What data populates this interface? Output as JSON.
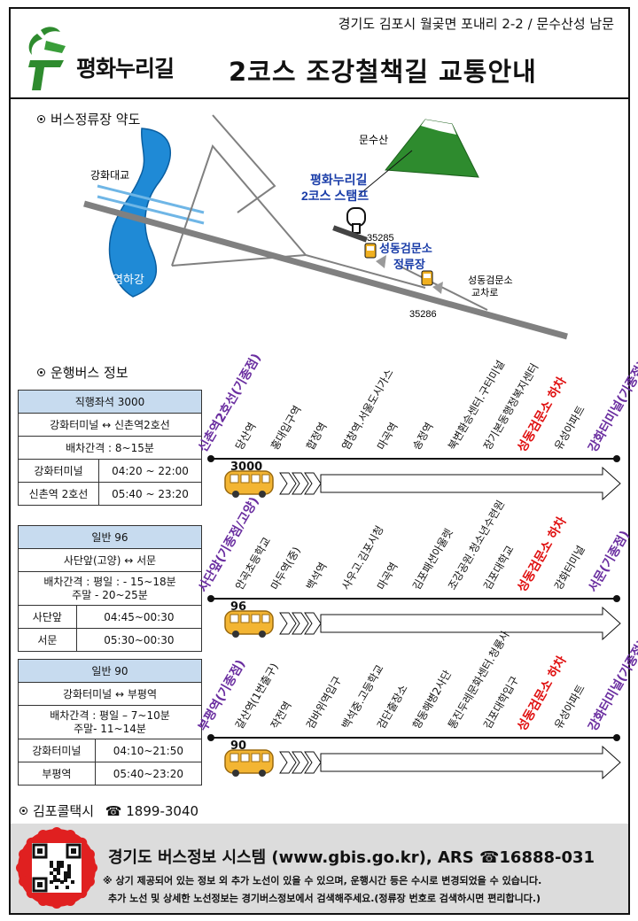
{
  "header": {
    "address": "경기도 김포시 월곶면 포내리 2-2 / 문수산성 남문",
    "brand": "평화누리길",
    "title": "2코스 조강철책길 교통안내"
  },
  "map_section": {
    "label": "버스정류장 약도",
    "labels": {
      "bridge": "강화대교",
      "river": "염하강",
      "mountain": "문수산",
      "stamp_line1": "평화누리길",
      "stamp_line2": "2코스 스탬프",
      "stop1_id": "35285",
      "stop1_line1": "성동검문소",
      "stop1_line2": "정류장",
      "stop2_id": "35286",
      "junction_line1": "성동검문소",
      "junction_line2": "교차로"
    }
  },
  "bus_section": {
    "label": "운행버스 정보"
  },
  "routes": [
    {
      "number": "3000",
      "info": {
        "type": "직행좌석 3000",
        "span": "강화터미널 ↔ 신촌역2호선",
        "interval_line1": "배차간격 : 8~15분",
        "interval_line2": "",
        "rows": [
          {
            "place": "강화터미널",
            "time": "04:20  ~ 22:00"
          },
          {
            "place": "신촌역 2호선",
            "time": "05:40  ~ 23:20"
          }
        ]
      },
      "stops": [
        "신촌역2호선(기종점)",
        "당산역",
        "홍대입구역",
        "합정역",
        "염창역.서울도시가스",
        "마곡역",
        "송정역",
        "북변환승센터.구터미널",
        "장기본동행정복지센터",
        "성동검문소 하차",
        "유성아파트",
        "강화터미널(기종점)"
      ]
    },
    {
      "number": "96",
      "info": {
        "type": "일반 96",
        "span": "사단앞(고양) ↔ 서문",
        "interval_line1": "배차간격 : 평일 : - 15~18분",
        "interval_line2": "주말  -  20~25분",
        "rows": [
          {
            "place": "사단앞",
            "time": "04:45~00:30"
          },
          {
            "place": "서문",
            "time": "05:30~00:30"
          }
        ]
      },
      "stops": [
        "사단앞(기종점/고양)",
        "안곡초등학교",
        "마두역(중)",
        "백석역",
        "사우고.김포시청",
        "마곡역",
        "김포패션아울렛",
        "조강공원.청소년수련원",
        "김포대학교",
        "성동검문소 하차",
        "강화터미널",
        "서문(기종점)"
      ]
    },
    {
      "number": "90",
      "info": {
        "type": "일반 90",
        "span": "강화터미널 ↔ 부평역",
        "interval_line1": "배차간격 : 평일 – 7~10분",
        "interval_line2": "주말- 11~14분",
        "rows": [
          {
            "place": "강화터미널",
            "time": "04:10~21:50"
          },
          {
            "place": "부평역",
            "time": "05:40~23:20"
          }
        ]
      },
      "stops": [
        "부평역(기종점)",
        "갈산역(1번출구)",
        "작전역",
        "검바위역입구",
        "백석중.고등학교",
        "검단출장소",
        "향동해병2사단",
        "통진두레문화센터.청룡사",
        "김포대학입구",
        "성동검문소 하차",
        "유성아파트",
        "강화터미널(기종점)"
      ]
    }
  ],
  "taxi": {
    "label": "김포콜택시",
    "phone_icon": "phone-icon",
    "number": "1899-3040"
  },
  "footer": {
    "gbis": "경기도 버스정보 시스템 (www.gbis.go.kr), ARS ☎16888-031",
    "note1": "※ 상기 제공되어 있는 정보 외 추가 노선이 있을 수 있으며, 운행시간 등은 수시로 변경되었을 수 있습니다.",
    "note2": "추가 노선 및 상세한 노선정보는 경기버스정보에서 검색해주세요.(정류장 번호로 검색하시면 편리합니다.)"
  },
  "colors": {
    "terminal_stop": "#6a2ea0",
    "highlight_stop": "#e01010",
    "table_header": "#c7dbef",
    "river": "#1f8ad6",
    "mountain": "#2e8b2e",
    "road": "#808080",
    "footer_bg": "#dcdcdc",
    "qr_frame": "#e02020"
  }
}
